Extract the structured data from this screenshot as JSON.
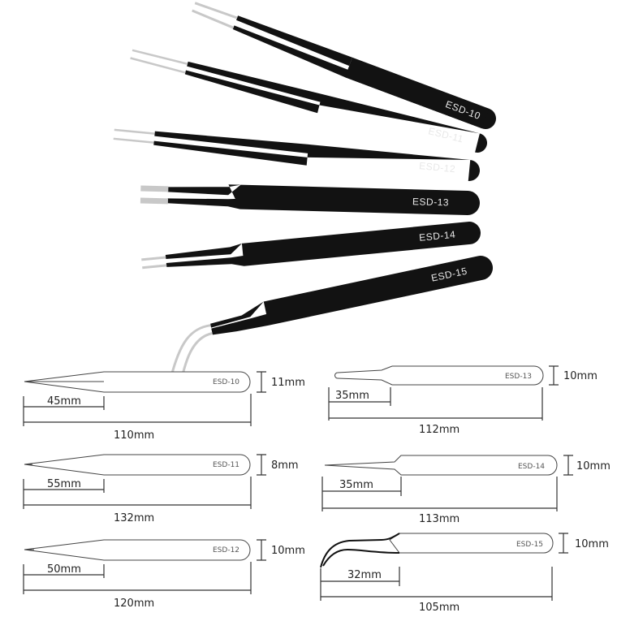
{
  "photo": {
    "tweezers": [
      {
        "model": "ESD-10",
        "tip": "straight-fine"
      },
      {
        "model": "ESD-11",
        "tip": "straight-extra-fine"
      },
      {
        "model": "ESD-12",
        "tip": "straight-fine"
      },
      {
        "model": "ESD-13",
        "tip": "blunt-flat"
      },
      {
        "model": "ESD-14",
        "tip": "straight-fine"
      },
      {
        "model": "ESD-15",
        "tip": "curved"
      }
    ],
    "colors": {
      "handle": "#121212",
      "tip": "#c8c8c8"
    }
  },
  "diagrams": [
    {
      "model": "ESD-10",
      "width": "11mm",
      "tip_length": "45mm",
      "total_length": "110mm"
    },
    {
      "model": "ESD-11",
      "width": "8mm",
      "tip_length": "55mm",
      "total_length": "132mm"
    },
    {
      "model": "ESD-12",
      "width": "10mm",
      "tip_length": "50mm",
      "total_length": "120mm"
    },
    {
      "model": "ESD-13",
      "width": "10mm",
      "tip_length": "35mm",
      "total_length": "112mm"
    },
    {
      "model": "ESD-14",
      "width": "10mm",
      "tip_length": "35mm",
      "total_length": "113mm"
    },
    {
      "model": "ESD-15",
      "width": "10mm",
      "tip_length": "32mm",
      "total_length": "105mm"
    }
  ]
}
